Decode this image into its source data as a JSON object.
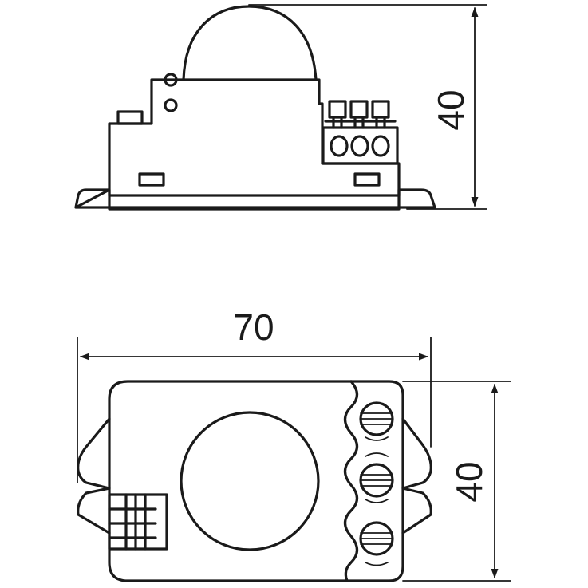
{
  "dimensions": {
    "side_height": "40",
    "top_width": "70",
    "top_height": "40"
  }
}
